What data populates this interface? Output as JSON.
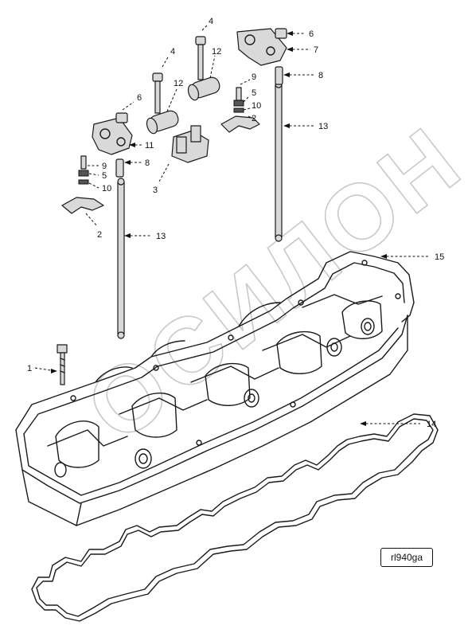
{
  "diagram": {
    "watermark_text": "ОСИЛОН",
    "reference_code": "rl940ga",
    "callouts": {
      "c1": "1",
      "c2a": "2",
      "c2b": "2",
      "c3": "3",
      "c4a": "4",
      "c4b": "4",
      "c5a": "5",
      "c5b": "5",
      "c6a": "6",
      "c6b": "6",
      "c7": "7",
      "c8a": "8",
      "c8b": "8",
      "c9a": "9",
      "c9b": "9",
      "c10a": "10",
      "c10b": "10",
      "c11": "11",
      "c12a": "12",
      "c12b": "12",
      "c13a": "13",
      "c13b": "13",
      "c14": "14",
      "c15": "15"
    }
  }
}
